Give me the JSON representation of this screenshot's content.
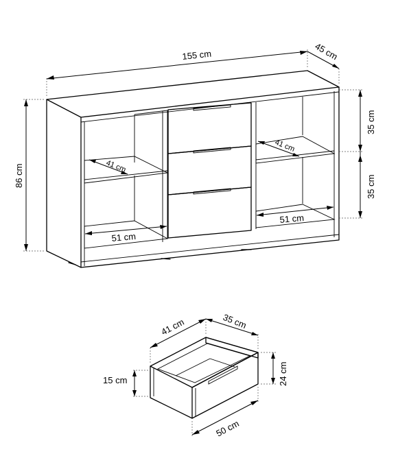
{
  "dimensions": {
    "width": "155 cm",
    "depth": "45 cm",
    "height": "86 cm",
    "shelf_upper": "35 cm",
    "shelf_lower": "35 cm",
    "left_shelf_depth": "41 cm",
    "right_shelf_depth": "41 cm",
    "left_bottom_width": "51 cm",
    "right_bottom_width": "51 cm"
  },
  "drawer": {
    "depth": "41 cm",
    "width_top": "35 cm",
    "height_inner": "15 cm",
    "height_front": "24 cm",
    "length": "50 cm"
  }
}
